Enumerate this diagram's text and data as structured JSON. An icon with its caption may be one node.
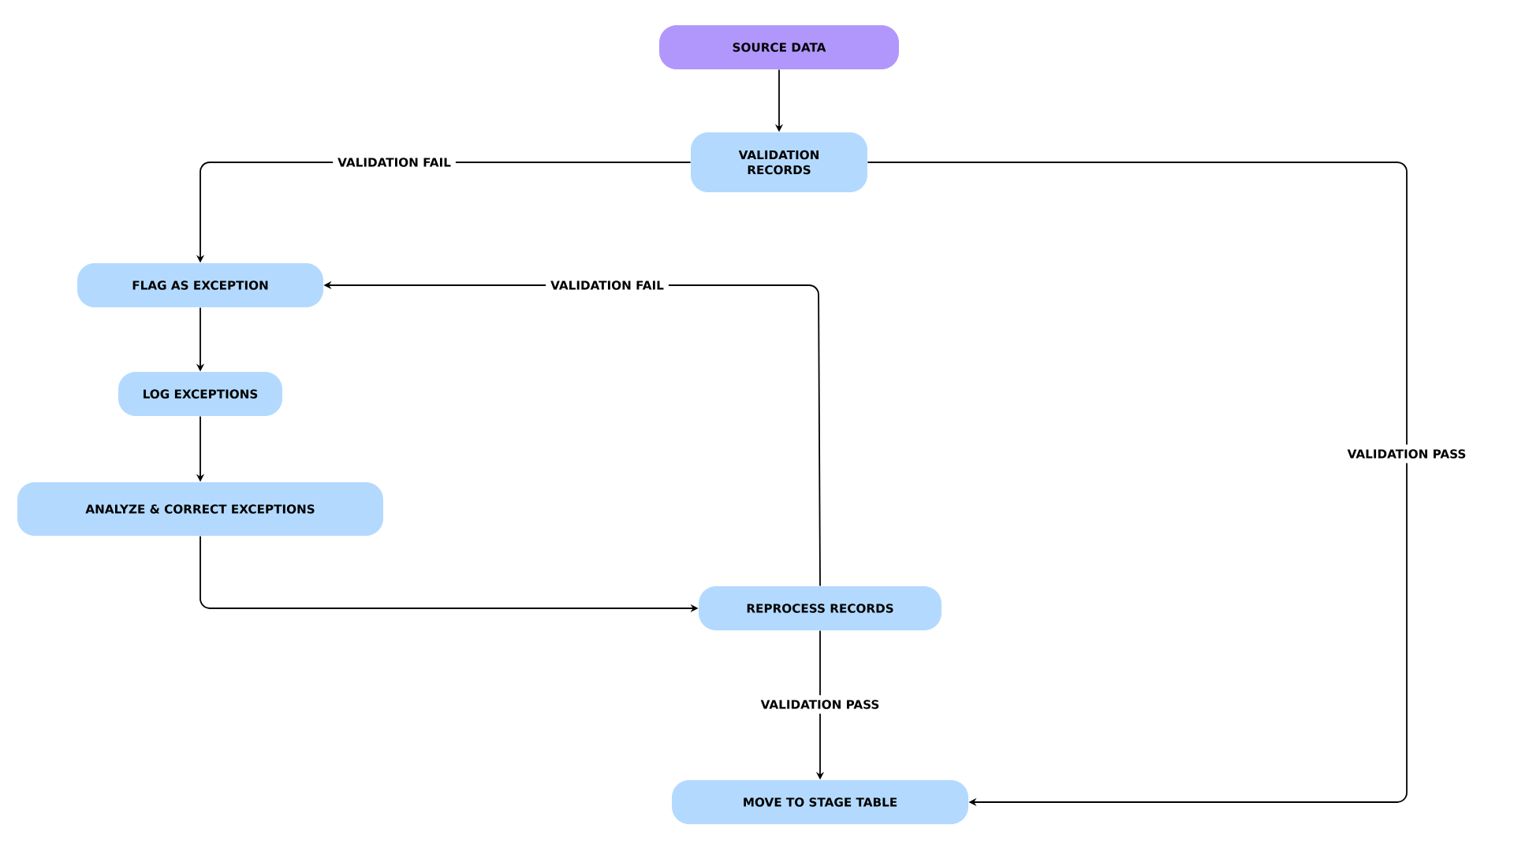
{
  "diagram": {
    "nodes": [
      {
        "text": [
          "SOURCE DATA"
        ]
      },
      {
        "text": [
          "VALIDATION RECORDS"
        ]
      },
      {
        "text": [
          "FLAG AS EXCEPTION"
        ]
      },
      {
        "text": [
          "LOG EXCEPTIONS"
        ]
      },
      {
        "text": [
          "ANALYZE & CORRECT EXCEPTIONS"
        ]
      },
      {
        "text": [
          "REPROCESS RECORDS"
        ]
      },
      {
        "text": [
          "MOVE TO STAGE TABLE"
        ]
      }
    ],
    "edges": [
      {
        "from": 0,
        "to": 1,
        "arrow": "to"
      },
      {
        "from": 1,
        "to": 2,
        "arrow": "to",
        "label": "VALIDATION FAIL"
      },
      {
        "from": 2,
        "to": 3,
        "arrow": "to"
      },
      {
        "from": 3,
        "to": 4,
        "arrow": "to"
      },
      {
        "from": 4,
        "to": 5,
        "arrow": "to"
      },
      {
        "from": 5,
        "to": 2,
        "arrow": "to",
        "label": "VALIDATION FAIL"
      },
      {
        "from": 5,
        "to": 6,
        "arrow": "to",
        "label": "VALIDATION PASS"
      },
      {
        "from": 1,
        "to": 6,
        "arrow": "to",
        "label": "VALIDATION PASS"
      }
    ]
  }
}
